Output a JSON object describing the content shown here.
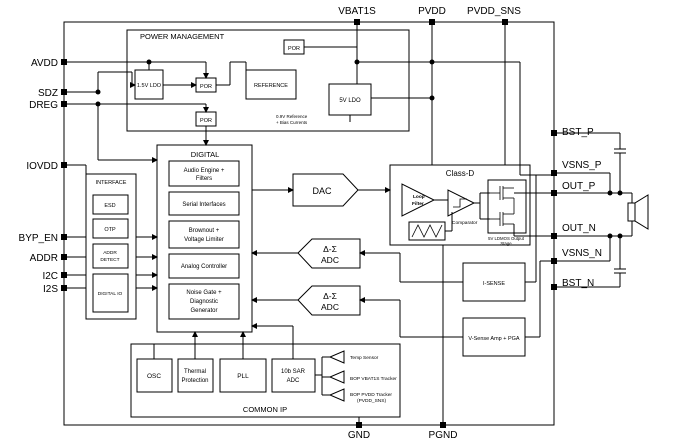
{
  "pins_left": {
    "avdd": "AVDD",
    "sdz": "SDZ",
    "dreg": "DREG",
    "iovdd": "IOVDD",
    "byp_en": "BYP_EN",
    "addr": "ADDR",
    "i2c": "I2C",
    "i2s": "I2S"
  },
  "pins_top": {
    "vbat1s": "VBAT1S",
    "pvdd": "PVDD",
    "pvdd_sns": "PVDD_SNS"
  },
  "pins_right": {
    "bst_p": "BST_P",
    "vsns_p": "VSNS_P",
    "out_p": "OUT_P",
    "out_n": "OUT_N",
    "vsns_n": "VSNS_N",
    "bst_n": "BST_N"
  },
  "pins_bottom": {
    "gnd": "GND",
    "pgnd": "PGND"
  },
  "power_management": {
    "title": "POWER MANAGEMENT",
    "por": "POR",
    "ldo_15": "1.5V LDO",
    "reference": "REFERENCE",
    "ldo_5": "5V LDO",
    "ref_note_1": "0.9V Reference",
    "ref_note_2": "+ Bias Currents"
  },
  "interface": {
    "title": "INTERFACE",
    "esd": "ESD",
    "otp": "OTP",
    "addr_detect_1": "ADDR",
    "addr_detect_2": "DETECT",
    "digital_io": "DIGITAL IO"
  },
  "digital": {
    "title": "DIGITAL",
    "audio_1": "Audio Engine +",
    "audio_2": "Filters",
    "serial": "Serial Interfaces",
    "brownout_1": "Brownout  +",
    "brownout_2": "Voltage Limiter",
    "analog": "Analog Controller",
    "noise_1": "Noise Gate +",
    "noise_2": "Diagnostic",
    "noise_3": "Generator"
  },
  "dac": "DAC",
  "adc1_1": "Δ-Σ",
  "adc1_2": "ADC",
  "adc2_1": "Δ-Σ",
  "adc2_2": "ADC",
  "classd": {
    "title": "Class-D",
    "loop_1": "Loop",
    "loop_2": "Filter",
    "comparator": "Comparator",
    "output_1": "5V LDMOS Output",
    "output_2": "Stage"
  },
  "isense": "I-SENSE",
  "vsense": "V-Sense Amp + PGA",
  "common_ip": {
    "title": "COMMON IP",
    "osc": "OSC",
    "thermal_1": "Thermal",
    "thermal_2": "Protection",
    "pll": "PLL",
    "sar_1": "10b SAR",
    "sar_2": "ADC",
    "temp": "Temp Sensor",
    "bop_vbat": "BOP VBAT1S Tracker",
    "bop_pvdd_1": "BOP PVDD Tracker",
    "bop_pvdd_2": "(PVDD_SNS)"
  }
}
